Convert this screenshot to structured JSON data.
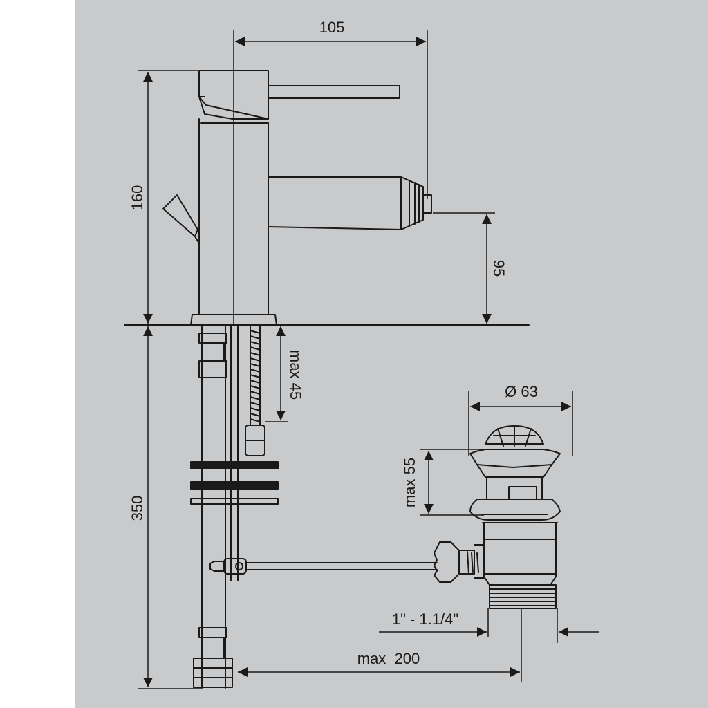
{
  "drawing": {
    "background_color": "#c9cacc",
    "line_color": "#1a1a1a",
    "dimensions": {
      "faucet_width": "105",
      "faucet_height": "160",
      "spout_height": "95",
      "under_counter_length": "350",
      "max_deck_thickness": "max 45",
      "drain_diameter": "Ø 63",
      "drain_max_height": "max 55",
      "drain_thread": "1\" - 1.1/4\"",
      "max_rod_length": "max  200"
    }
  }
}
